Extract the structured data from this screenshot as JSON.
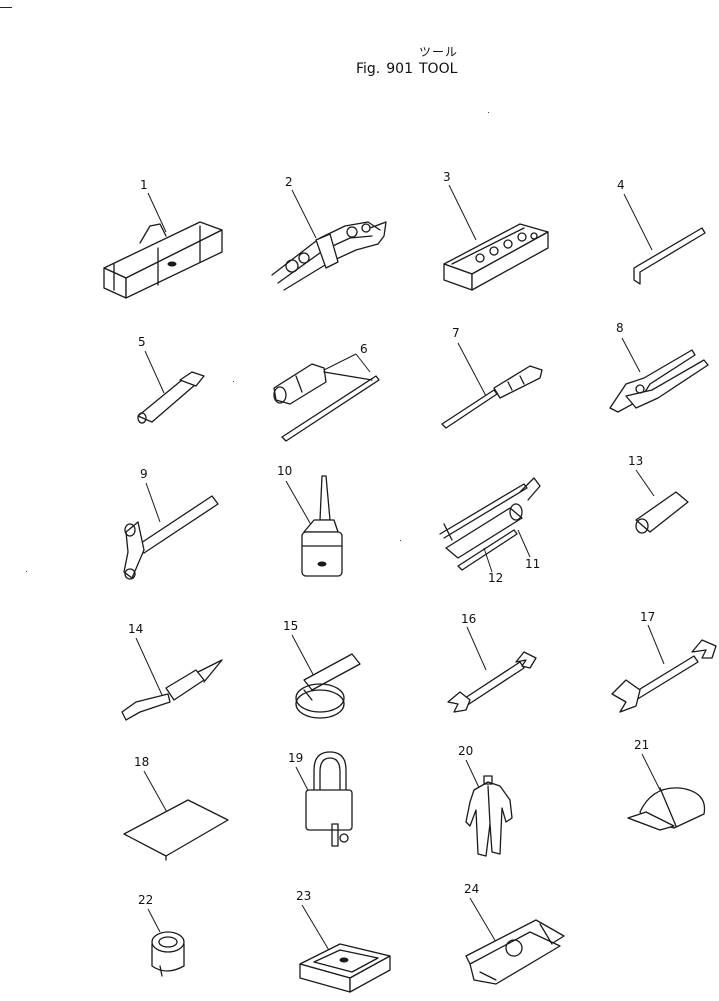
{
  "header": {
    "subtitle_jp": "ツール",
    "fig_label": "Fig.",
    "fig_number": "901",
    "title": "TOOL"
  },
  "parts": [
    {
      "label": "1",
      "icon": "tool-bag-icon"
    },
    {
      "label": "2",
      "icon": "wrench-set-icon"
    },
    {
      "label": "3",
      "icon": "socket-set-box-icon"
    },
    {
      "label": "4",
      "icon": "hex-key-icon"
    },
    {
      "label": "5",
      "icon": "extension-bar-icon"
    },
    {
      "label": "6",
      "icon": "screwdriver-with-bits-icon"
    },
    {
      "label": "7",
      "icon": "screwdriver-icon"
    },
    {
      "label": "8",
      "icon": "pliers-icon"
    },
    {
      "label": "9",
      "icon": "hammer-icon"
    },
    {
      "label": "10",
      "icon": "oil-can-icon"
    },
    {
      "label": "11",
      "icon": "grease-gun-icon"
    },
    {
      "label": "12",
      "icon": "nozzle-pipe-icon"
    },
    {
      "label": "13",
      "icon": "socket-icon"
    },
    {
      "label": "14",
      "icon": "pry-bar-icon"
    },
    {
      "label": "15",
      "icon": "filter-wrench-icon"
    },
    {
      "label": "16",
      "icon": "open-end-wrench-icon"
    },
    {
      "label": "17",
      "icon": "large-wrench-icon"
    },
    {
      "label": "18",
      "icon": "manual-sheet-icon"
    },
    {
      "label": "19",
      "icon": "padlock-icon"
    },
    {
      "label": "20",
      "icon": "coveralls-icon"
    },
    {
      "label": "21",
      "icon": "cap-icon"
    },
    {
      "label": "22",
      "icon": "cup-socket-icon"
    },
    {
      "label": "23",
      "icon": "case-box-icon"
    },
    {
      "label": "24",
      "icon": "gloves-icon"
    }
  ]
}
